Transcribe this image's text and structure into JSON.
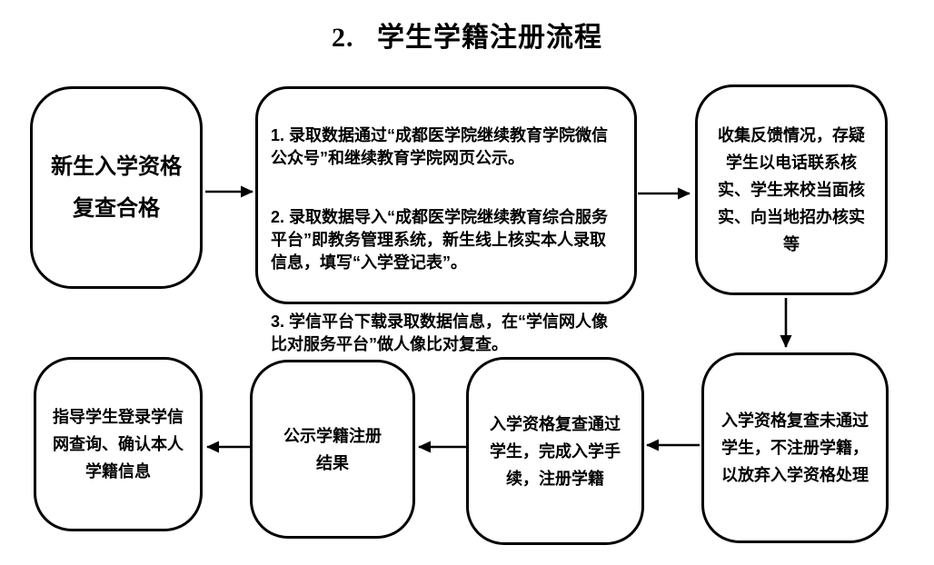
{
  "title": "2.   学生学籍注册流程",
  "colors": {
    "background": "#ffffff",
    "line": "#000000",
    "text": "#000000"
  },
  "flowchart": {
    "nodes": {
      "start": {
        "label": "新生入学资格\n复查合格"
      },
      "publish_steps": {
        "items": [
          "1. 录取数据通过“成都医学院继续教育学院微信\n公众号”和继续教育学院网页公示。",
          "2. 录取数据导入“成都医学院继续教育综合服务\n平台”即教务管理系统，新生线上核实本人录取\n信息，填写“入学登记表”。",
          "3. 学信平台下载录取数据信息，在“学信网人像\n比对服务平台”做人像比对复查。"
        ]
      },
      "collect_feedback": {
        "label": "收集反馈情况，存疑\n学生以电话联系核\n实、学生来校当面核\n实、向当地招办核实\n等"
      },
      "recheck_failed": {
        "label": "入学资格复查未通过\n学生，不注册学籍，\n以放弃入学资格处理"
      },
      "recheck_passed": {
        "label": "入学资格复查通过\n学生，完成入学手\n续，注册学籍"
      },
      "announce_result": {
        "label": "公示学籍注册\n结果"
      },
      "guide_confirm": {
        "label": "指导学生登录学信\n网查询、确认本人\n学籍信息"
      }
    },
    "edges": [
      {
        "from": "start",
        "to": "publish_steps",
        "direction": "right"
      },
      {
        "from": "publish_steps",
        "to": "collect_feedback",
        "direction": "right"
      },
      {
        "from": "collect_feedback",
        "to": "recheck_failed",
        "direction": "down"
      },
      {
        "from": "recheck_failed",
        "to": "recheck_passed",
        "direction": "left"
      },
      {
        "from": "recheck_passed",
        "to": "announce_result",
        "direction": "left"
      },
      {
        "from": "announce_result",
        "to": "guide_confirm",
        "direction": "left"
      }
    ]
  }
}
